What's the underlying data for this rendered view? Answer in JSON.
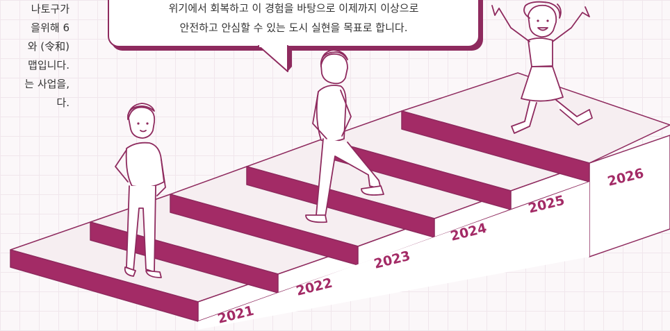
{
  "left_text": {
    "lines": [
      "나토구가",
      "을위해 6",
      "와 (令和)",
      "맵입니다.",
      "는 사업을,",
      "다."
    ]
  },
  "speech_bubble": {
    "line1": "위기에서 회복하고 이 경험을 바탕으로 이제까지 이상으로",
    "line2": "안전하고 안심할 수 있는 도시 실현을 목표로 합니다."
  },
  "steps": {
    "years": [
      "2021",
      "2022",
      "2023",
      "2024",
      "2025",
      "2026"
    ],
    "riser_color": "#a32b66",
    "tread_color": "#f6eef1"
  },
  "figures": [
    "boy-standing",
    "boy-walking",
    "girl-jumping"
  ]
}
